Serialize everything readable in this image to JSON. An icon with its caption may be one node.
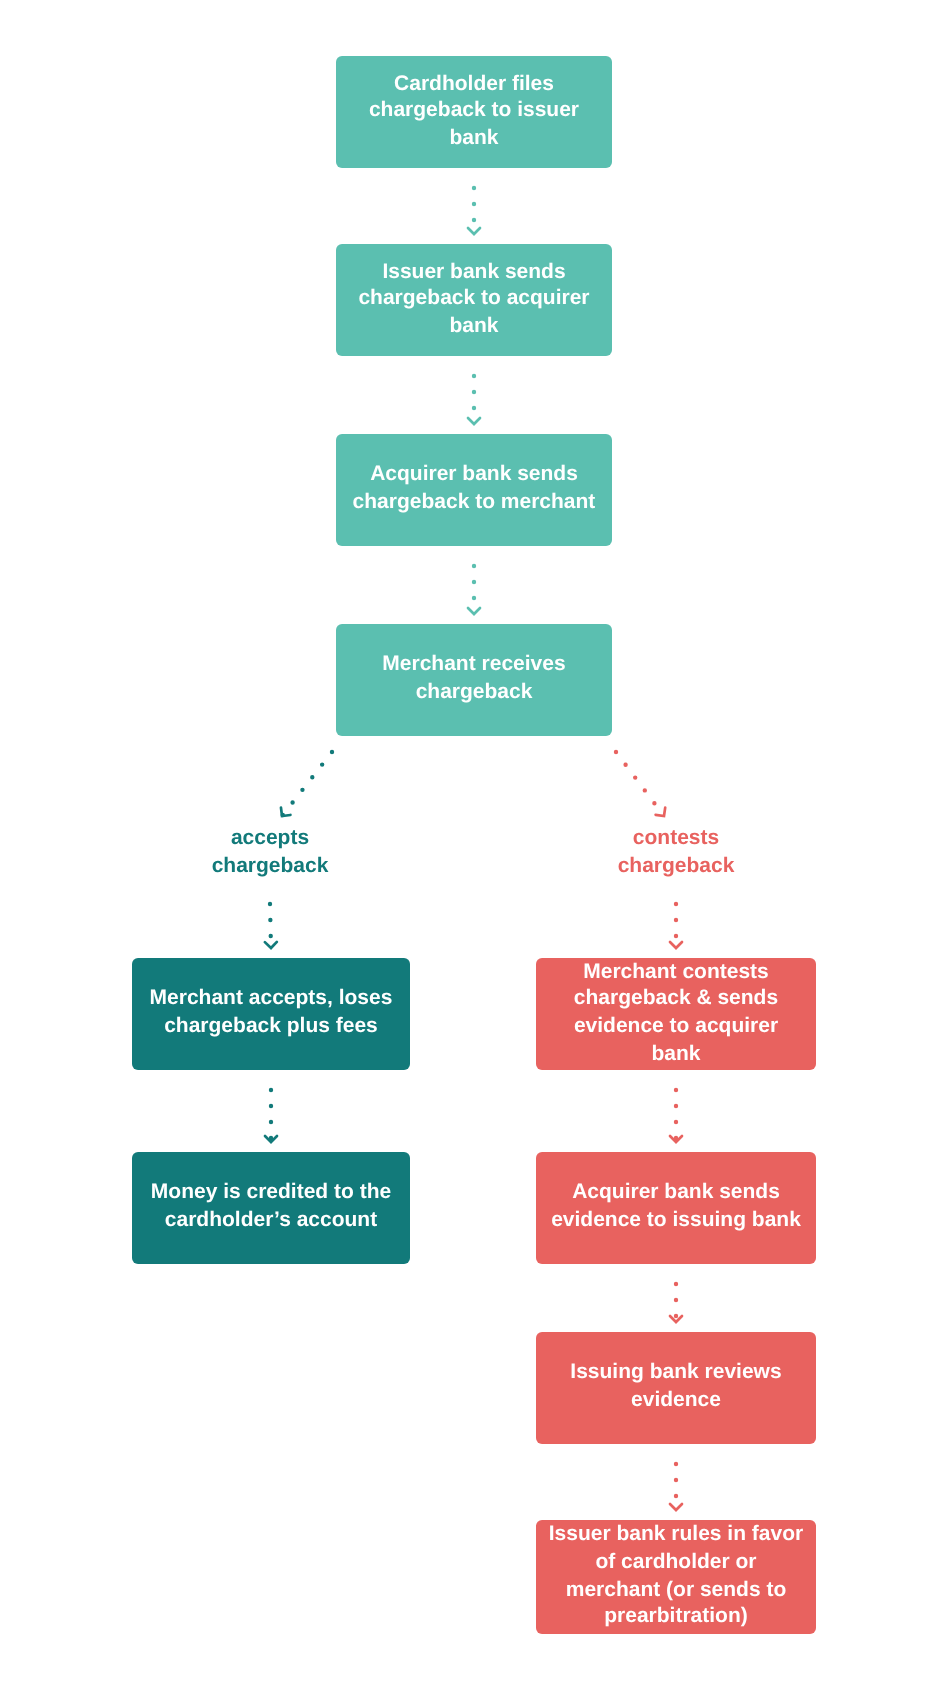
{
  "diagram": {
    "nodes": [
      {
        "text": [
          "Cardholder files chargeback to issuer bank"
        ]
      },
      {
        "text": [
          "Issuer bank sends chargeback to acquirer bank"
        ]
      },
      {
        "text": [
          "Acquirer bank sends chargeback to merchant"
        ]
      },
      {
        "text": [
          "Merchant receives chargeback"
        ]
      },
      {
        "text": [
          "accepts chargeback"
        ]
      },
      {
        "text": [
          "contests chargeback"
        ]
      },
      {
        "text": [
          "Merchant accepts, loses chargeback plus fees"
        ]
      },
      {
        "text": [
          "Money is credited to the cardholder’s account"
        ]
      },
      {
        "text": [
          "Merchant contests chargeback & sends evidence to acquirer bank"
        ]
      },
      {
        "text": [
          "Acquirer bank sends evidence to issuing bank"
        ]
      },
      {
        "text": [
          "Issuing bank reviews evidence"
        ]
      },
      {
        "text": [
          "Issuer bank rules in favor of cardholder or merchant (or sends to prearbitration)"
        ]
      }
    ],
    "edges": [
      {
        "from": 0,
        "to": 1,
        "arrow": "to",
        "style": "dashed",
        "color": "#5bbfb0"
      },
      {
        "from": 1,
        "to": 2,
        "arrow": "to",
        "style": "dashed",
        "color": "#5bbfb0"
      },
      {
        "from": 2,
        "to": 3,
        "arrow": "to",
        "style": "dashed",
        "color": "#5bbfb0"
      },
      {
        "from": 3,
        "to": 4,
        "arrow": "to",
        "style": "dashed",
        "color": "#127a7a"
      },
      {
        "from": 3,
        "to": 5,
        "arrow": "to",
        "style": "dashed",
        "color": "#e8625f"
      },
      {
        "from": 4,
        "to": 6,
        "arrow": "to",
        "style": "dashed",
        "color": "#127a7a"
      },
      {
        "from": 6,
        "to": 7,
        "arrow": "to",
        "style": "dashed",
        "color": "#127a7a"
      },
      {
        "from": 5,
        "to": 8,
        "arrow": "to",
        "style": "dashed",
        "color": "#e8625f"
      },
      {
        "from": 8,
        "to": 9,
        "arrow": "to",
        "style": "dashed",
        "color": "#e8625f"
      },
      {
        "from": 9,
        "to": 10,
        "arrow": "to",
        "style": "dashed",
        "color": "#e8625f"
      },
      {
        "from": 10,
        "to": 11,
        "arrow": "to",
        "style": "dashed",
        "color": "#e8625f"
      }
    ]
  }
}
